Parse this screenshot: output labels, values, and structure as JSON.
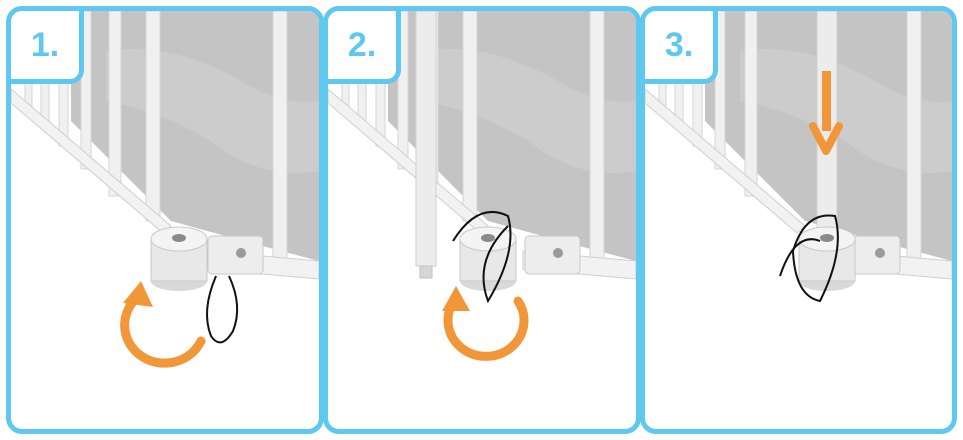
{
  "steps": [
    {
      "label": "1."
    },
    {
      "label": "2."
    },
    {
      "label": "3."
    }
  ],
  "colors": {
    "border_accent": "#5ec8ee",
    "arrow_orange": "#f2963a",
    "fabric_gray": "#bdbdbd",
    "rail_white": "#f3f3f3"
  },
  "icons": [
    "rotate-arrow-icon",
    "rotate-arrow-icon",
    "down-arrow-icon"
  ]
}
